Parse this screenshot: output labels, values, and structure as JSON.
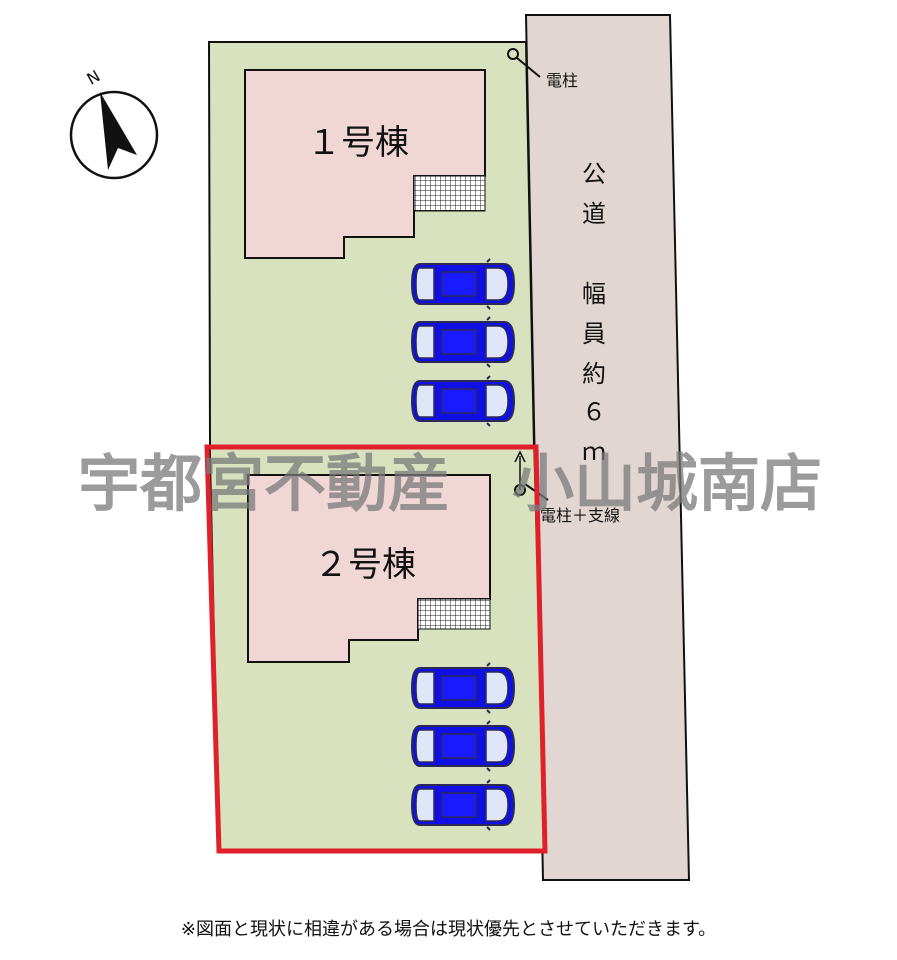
{
  "buildings": [
    {
      "label": "１号棟"
    },
    {
      "label": "２号棟"
    }
  ],
  "road": {
    "chars": [
      "公",
      "道",
      "",
      "幅",
      "員",
      "約",
      "６",
      "ｍ"
    ]
  },
  "utility_poles": {
    "pole_label": "電柱",
    "pole_with_stay_label": "電柱＋支線"
  },
  "compass": {
    "north_label": "N"
  },
  "watermark": "宇都宮不動産　小山城南店",
  "footnote": "※図面と現状に相違がある場合は現状優先とさせていただきます。",
  "parking_counts": {
    "lot_1": 3,
    "lot_2": 3
  },
  "colors": {
    "lot_fill": "#d8e2bf",
    "house_fill": "#f1d6d6",
    "road_fill": "#e2d6d2",
    "car_body": "#1010e6",
    "highlight_border": "#e0202a",
    "watermark": "#7a7a7a"
  }
}
